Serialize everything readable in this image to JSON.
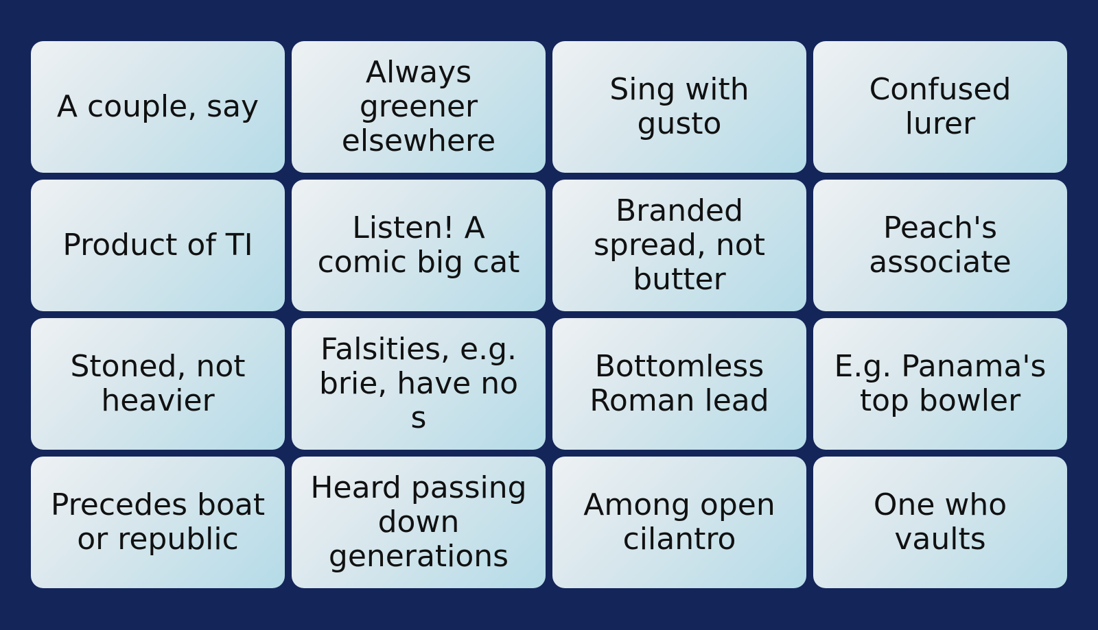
{
  "board": {
    "tiles": [
      "A couple, say",
      "Always greener elsewhere",
      "Sing with gusto",
      "Confused lurer",
      "Product of TI",
      "Listen! A comic big cat",
      "Branded spread, not butter",
      "Peach's associate",
      "Stoned, not heavier",
      "Falsities, e.g. brie, have no s",
      "Bottomless Roman lead",
      "E.g. Panama's top bowler",
      "Precedes boat or republic",
      "Heard passing down generations",
      "Among open cilantro",
      "One who vaults"
    ]
  },
  "colors": {
    "background": "#14255a",
    "tile_gradient_start": "#eef1f3",
    "tile_gradient_end": "#b4dbe8",
    "text": "#111111"
  }
}
